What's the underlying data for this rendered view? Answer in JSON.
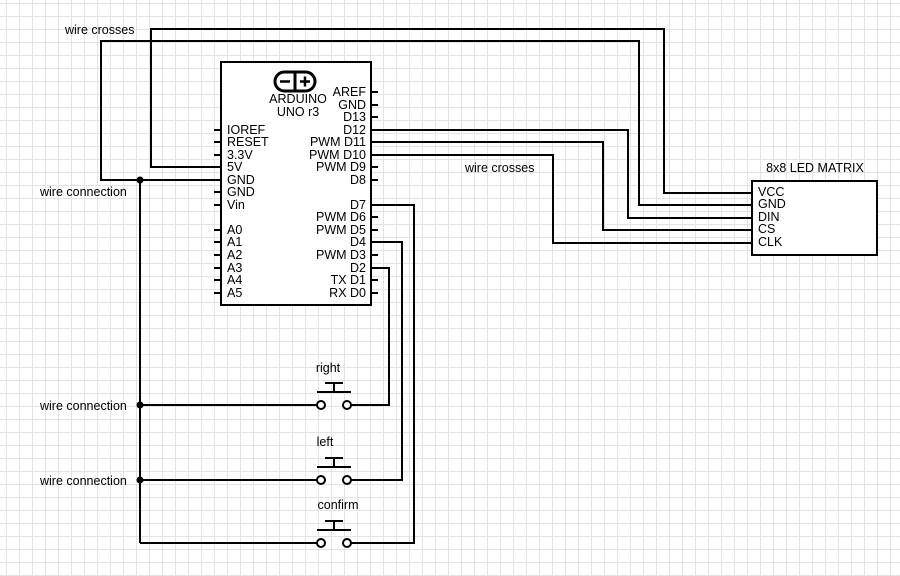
{
  "arduino": {
    "logo": "-+",
    "name_line1": "ARDUINO",
    "name_line2": "UNO r3",
    "left_pins": [
      "IOREF",
      "RESET",
      "3.3V",
      "5V",
      "GND",
      "GND",
      "Vin",
      "A0",
      "A1",
      "A2",
      "A3",
      "A4",
      "A5"
    ],
    "right_pins": [
      "AREF",
      "GND",
      "D13",
      "D12",
      "PWM D11",
      "PWM D10",
      "PWM D9",
      "D8",
      "D7",
      "PWM D6",
      "PWM D5",
      "D4",
      "PWM D3",
      "D2",
      "TX D1",
      "RX D0"
    ]
  },
  "matrix": {
    "title": "8x8 LED MATRIX",
    "pins": [
      "VCC",
      "GND",
      "DIN",
      "CS",
      "CLK"
    ]
  },
  "buttons": {
    "right": "right",
    "left": "left",
    "confirm": "confirm"
  },
  "annotations": {
    "wire_crosses_top": "wire crosses",
    "wire_crosses_mid": "wire crosses",
    "wire_connection_gnd": "wire connection",
    "wire_connection_right": "wire connection",
    "wire_connection_left": "wire connection"
  }
}
